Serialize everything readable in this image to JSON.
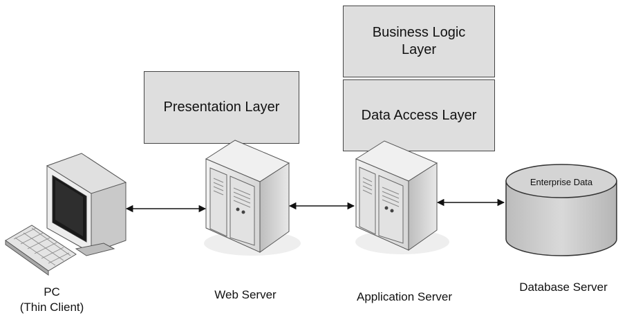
{
  "layers": {
    "presentation": "Presentation Layer",
    "business_logic_line1": "Business Logic",
    "business_logic_line2": "Layer",
    "data_access": "Data Access Layer"
  },
  "nodes": {
    "pc_line1": "PC",
    "pc_line2": "(Thin Client)",
    "web_server": "Web Server",
    "app_server": "Application Server",
    "db_server": "Database Server",
    "enterprise_data": "Enterprise Data"
  },
  "icons": {
    "pc": "computer-monitor-with-keyboard",
    "web_server": "tower-server",
    "app_server": "tower-server",
    "database": "database-cylinder"
  },
  "colors": {
    "box_fill": "#dedede",
    "box_stroke": "#444444",
    "device_fill": "#e6e6e6",
    "device_dark": "#8a8a8a"
  }
}
